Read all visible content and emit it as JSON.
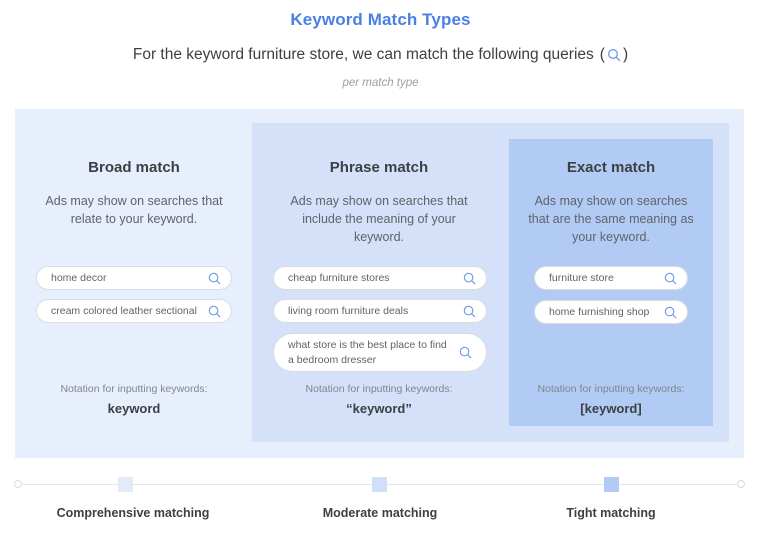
{
  "header": {
    "title": "Keyword Match Types",
    "subtitle": "For the keyword furniture store, we can match the following queries",
    "subtitle_icon": "search-icon",
    "per_label": "per match type"
  },
  "colors": {
    "accent": "#4a7fe6",
    "outer_panel": "#e8effc",
    "phrase_panel": "#d4e1f9",
    "exact_panel": "#b2cbf5",
    "search_icon": "#6b98ea"
  },
  "columns": [
    {
      "title": "Broad match",
      "description": "Ads may show on searches that relate to your keyword.",
      "queries": [
        "home decor",
        "cream colored leather sectional"
      ],
      "notation_label": "Notation for inputting keywords:",
      "notation_value": "keyword"
    },
    {
      "title": "Phrase match",
      "description": "Ads may show on searches that include the meaning of your keyword.",
      "queries": [
        "cheap furniture stores",
        "living room furniture deals",
        "what store is the best place to find a bedroom dresser"
      ],
      "notation_label": "Notation for inputting keywords:",
      "notation_value": "“keyword”"
    },
    {
      "title": "Exact match",
      "description": "Ads may show on searches that are the same meaning as your keyword.",
      "queries": [
        "furniture store",
        "home furnishing shop"
      ],
      "notation_label": "Notation for inputting keywords:",
      "notation_value": "[keyword]"
    }
  ],
  "scale": {
    "labels": [
      "Comprehensive matching",
      "Moderate matching",
      "Tight matching"
    ],
    "marker_colors": [
      "#e3ebfb",
      "#d2dff8",
      "#b2cbf5"
    ]
  }
}
